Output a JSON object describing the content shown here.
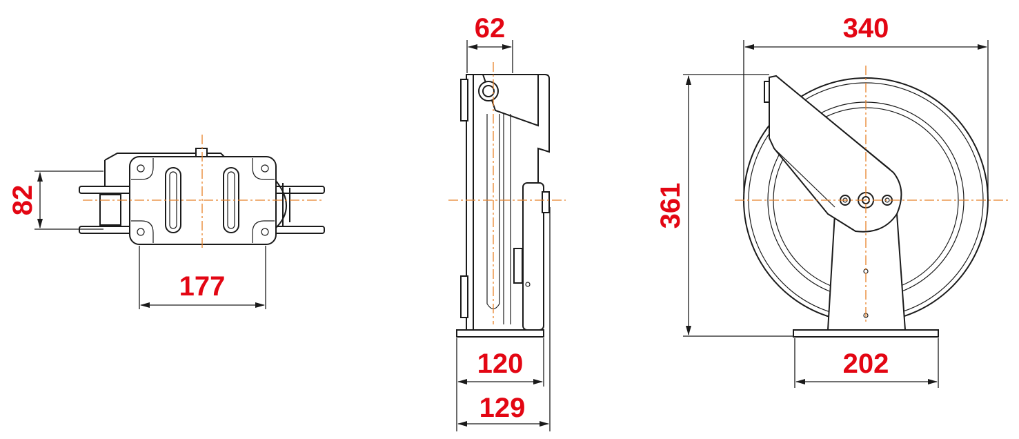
{
  "colors": {
    "dimension_text": "#e30613",
    "centerline": "#e8822a",
    "outline": "#1a1a1a"
  },
  "views": {
    "top": {
      "dims": {
        "height": "82",
        "width": "177"
      }
    },
    "side": {
      "dims": {
        "top_offset": "62",
        "base_depth": "120",
        "overall_depth": "129"
      }
    },
    "front": {
      "dims": {
        "diameter": "340",
        "height": "361",
        "base_width": "202"
      }
    }
  }
}
